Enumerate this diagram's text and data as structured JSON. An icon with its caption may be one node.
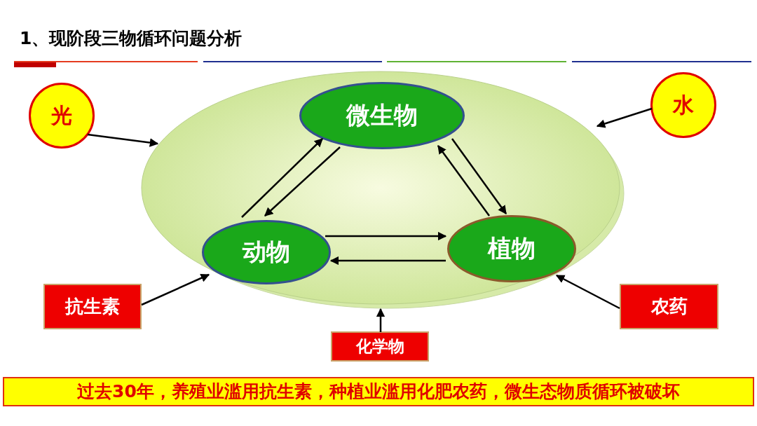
{
  "diagram": {
    "title": "1、现阶段三物循环问题分析",
    "nodes": [
      {
        "text": [],
        "shape": "ellipse"
      },
      {
        "text": [
          "微生物"
        ],
        "in": 0
      },
      {
        "text": [
          "动物"
        ],
        "in": 0
      },
      {
        "text": [
          "植物"
        ],
        "in": 0
      },
      {
        "text": [
          "光"
        ]
      },
      {
        "text": [
          "水"
        ]
      },
      {
        "text": [
          "抗生素"
        ]
      },
      {
        "text": [
          "农药"
        ]
      },
      {
        "text": [
          "化学物"
        ]
      }
    ],
    "edges": [
      {
        "from": 4,
        "to": 0,
        "arrow": "to"
      },
      {
        "from": 5,
        "to": 0,
        "arrow": "to"
      },
      {
        "from": 6,
        "to": 2,
        "arrow": "to"
      },
      {
        "from": 7,
        "to": 3,
        "arrow": "to"
      },
      {
        "from": 8,
        "to": 0,
        "arrow": "to"
      },
      {
        "from": 2,
        "to": 1,
        "arrow": "to"
      },
      {
        "from": 1,
        "to": 2,
        "arrow": "to"
      },
      {
        "from": 1,
        "to": 3,
        "arrow": "to"
      },
      {
        "from": 3,
        "to": 1,
        "arrow": "to"
      },
      {
        "from": 2,
        "to": 3,
        "arrow": "to"
      },
      {
        "from": 3,
        "to": 2,
        "arrow": "to"
      }
    ],
    "labels": [
      "过去30年，养殖业滥用抗生素，种植业滥用化肥农药，微生态物质循环被破坏"
    ]
  }
}
